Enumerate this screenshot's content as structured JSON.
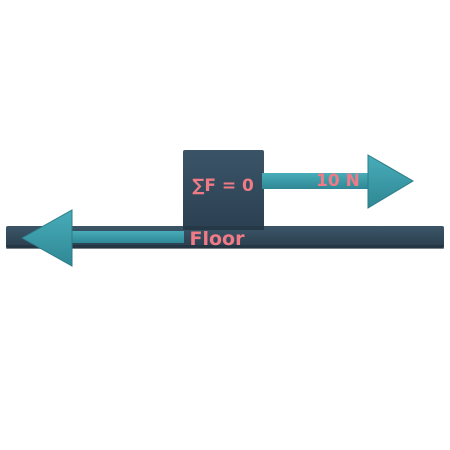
{
  "diagram": {
    "block_label": "∑F = 0",
    "right_force_label": "10 N",
    "floor_label": "Floor"
  },
  "colors": {
    "dark_slate": "#2f4656",
    "dark_slate_edge": "#233746",
    "teal": "#3a9aa8",
    "teal_edge": "#2b7c89",
    "text_pink": "#f07a86",
    "background": "#ffffff"
  },
  "icons": {
    "right_arrow": "right-force-arrow-icon",
    "left_arrow": "left-force-arrow-icon"
  }
}
